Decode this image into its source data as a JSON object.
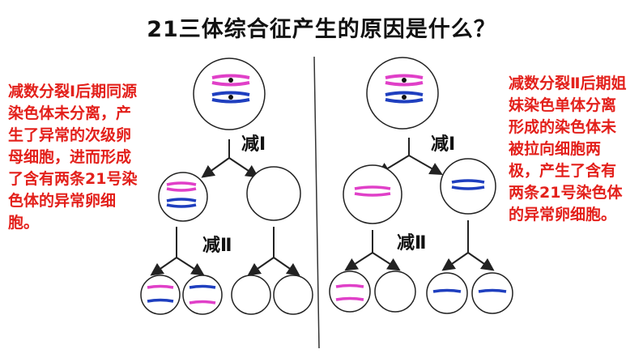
{
  "title": "21三体综合征产生的原因是什么？",
  "left_note": "减数分裂Ⅰ后期同源染色体未分离，产生了异常的次级卵母细胞，进而形成了含有两条21号染色体的异常卵细胞。",
  "right_note": "减数分裂Ⅱ后期姐妹染色单体分离形成的染色体未被拉向细胞两极，产生了含有两条21号染色体的异常卵细胞。",
  "stages": {
    "left_meiosis1": "减Ⅰ",
    "left_meiosis2": "减Ⅱ",
    "right_meiosis1": "减Ⅰ",
    "right_meiosis2": "减Ⅱ"
  },
  "colors": {
    "note_text": "#e3201b",
    "chromosome_pink": "#e040c8",
    "chromosome_blue": "#1f3fbf",
    "outline": "#222222"
  }
}
